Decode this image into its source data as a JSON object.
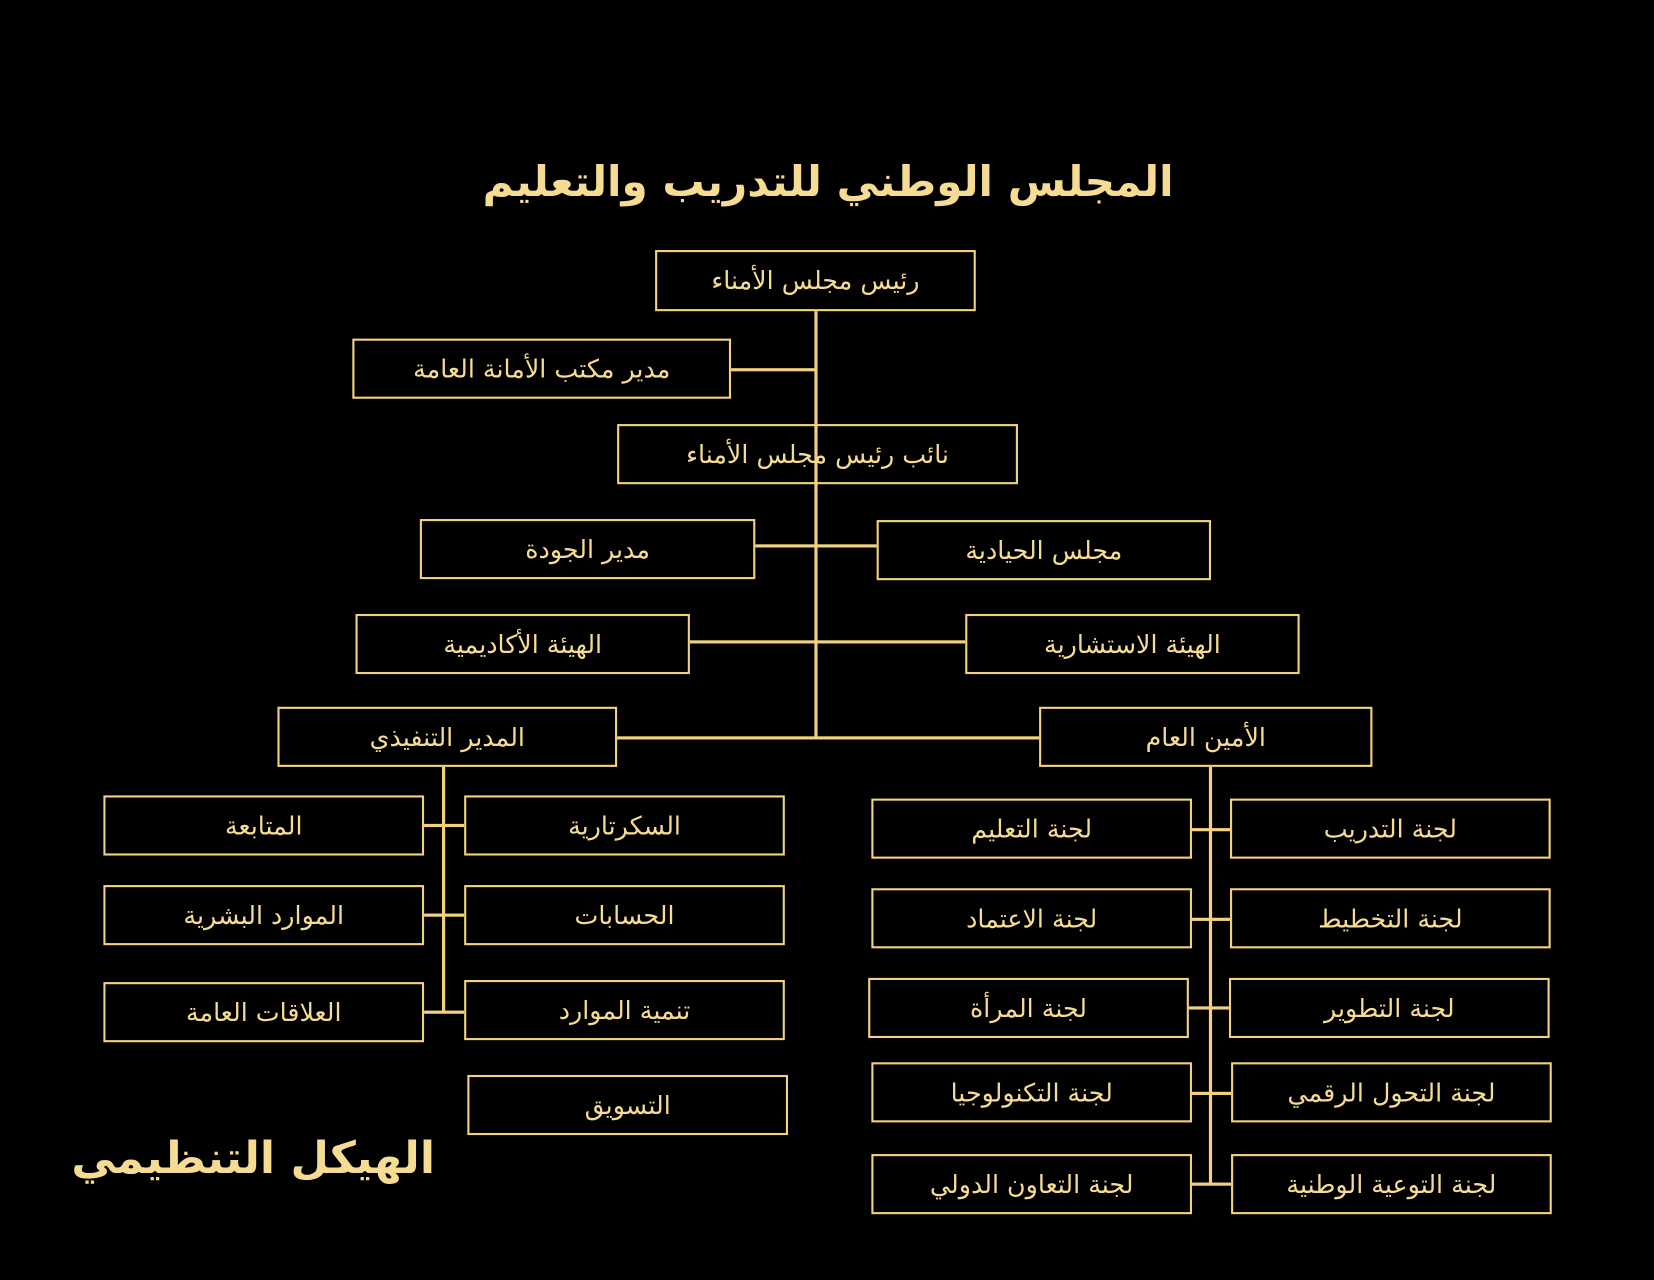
{
  "title": "المجلس الوطني للتدريب والتعليم",
  "subtitle": "الهيكل التنظيمي",
  "colors": {
    "accent": "#f2d27e",
    "background": "#000000"
  },
  "nodes": {
    "chairman": "رئيس مجلس الأمناء",
    "secretariat_office_director": "مدير مكتب الأمانة العامة",
    "vice_chairman": "نائب رئيس مجلس الأمناء",
    "quality_director": "مدير الجودة",
    "neutrality_council": "مجلس الحيادية",
    "academic_body": "الهيئة الأكاديمية",
    "advisory_body": "الهيئة الاستشارية",
    "executive_director": "المدير التنفيذي",
    "secretary_general": "الأمين العام"
  },
  "executive_units": [
    "المتابعة",
    "السكرتارية",
    "الموارد البشرية",
    "الحسابات",
    "العلاقات العامة",
    "تنمية الموارد",
    "التسويق"
  ],
  "committees": [
    "لجنة التعليم",
    "لجنة التدريب",
    "لجنة الاعتماد",
    "لجنة التخطيط",
    "لجنة المرأة",
    "لجنة التطوير",
    "لجنة التكنولوجيا",
    "لجنة التحول الرقمي",
    "لجنة التعاون الدولي",
    "لجنة التوعية الوطنية"
  ]
}
